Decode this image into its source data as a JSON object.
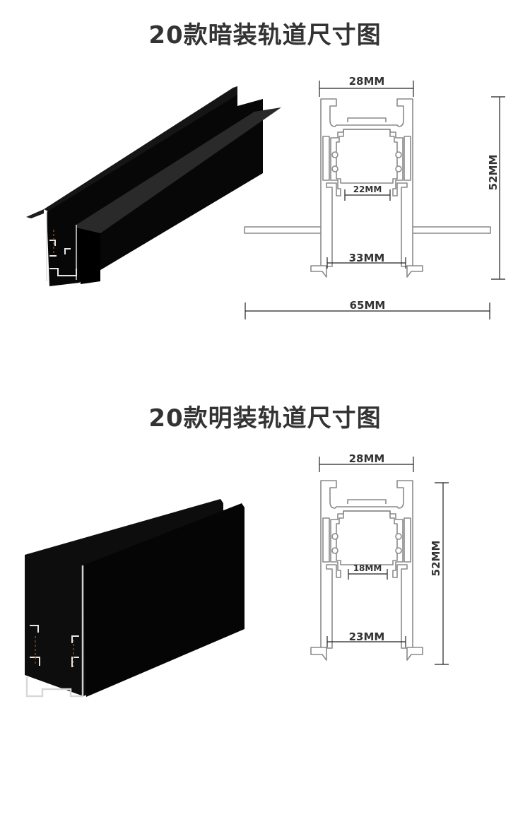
{
  "sections": [
    {
      "title": "20款暗装轨道尺寸图",
      "dims": {
        "top_width": "28MM",
        "height": "52MM",
        "inner_width": "22MM",
        "opening": "33MM",
        "total_width": "65MM"
      }
    },
    {
      "title": "20款明装轨道尺寸图",
      "dims": {
        "top_width": "28MM",
        "height": "52MM",
        "inner_width": "18MM",
        "opening": "23MM"
      }
    }
  ],
  "colors": {
    "title": "#333333",
    "profile_outline": "#8a8a8a",
    "track_body": "#0a0a0a"
  }
}
